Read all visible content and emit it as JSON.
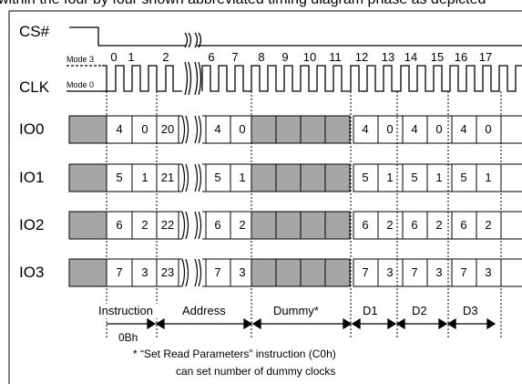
{
  "header_text": "within the four by four shown abbreviated timing diagram phase as depicted",
  "signals": {
    "cs": "CS#",
    "clk": "CLK",
    "mode3": "Mode 3",
    "mode0": "Mode 0",
    "io0": "IO0",
    "io1": "IO1",
    "io2": "IO2",
    "io3": "IO3"
  },
  "clock_numbers": [
    "0",
    "1",
    "2",
    "6",
    "7",
    "8",
    "9",
    "10",
    "11",
    "12",
    "13",
    "14",
    "15",
    "16",
    "17"
  ],
  "io_rows": [
    {
      "name": "IO0",
      "instr": [
        "4",
        "0",
        "20"
      ],
      "addr": [
        "4",
        "0"
      ],
      "data": [
        "4",
        "0",
        "4",
        "0",
        "4",
        "0"
      ]
    },
    {
      "name": "IO1",
      "instr": [
        "5",
        "1",
        "21"
      ],
      "addr": [
        "5",
        "1"
      ],
      "data": [
        "5",
        "1",
        "5",
        "1",
        "5",
        "1"
      ]
    },
    {
      "name": "IO2",
      "instr": [
        "6",
        "2",
        "22"
      ],
      "addr": [
        "6",
        "2"
      ],
      "data": [
        "6",
        "2",
        "6",
        "2",
        "6",
        "2"
      ]
    },
    {
      "name": "IO3",
      "instr": [
        "7",
        "3",
        "23"
      ],
      "addr": [
        "7",
        "3"
      ],
      "data": [
        "7",
        "3",
        "7",
        "3",
        "7",
        "3"
      ]
    }
  ],
  "phases": {
    "instruction": "Instruction",
    "address": "Address",
    "dummy": "Dummy*",
    "d1": "D1",
    "d2": "D2",
    "d3": "D3"
  },
  "instruction_code": "0Bh",
  "footnote": {
    "line1": "* “Set Read Parameters” instruction (C0h)",
    "line2": "can set number of dummy clocks"
  },
  "colors": {
    "line": "#000000",
    "shade": "#a6a6a6",
    "background": "#ffffff"
  }
}
